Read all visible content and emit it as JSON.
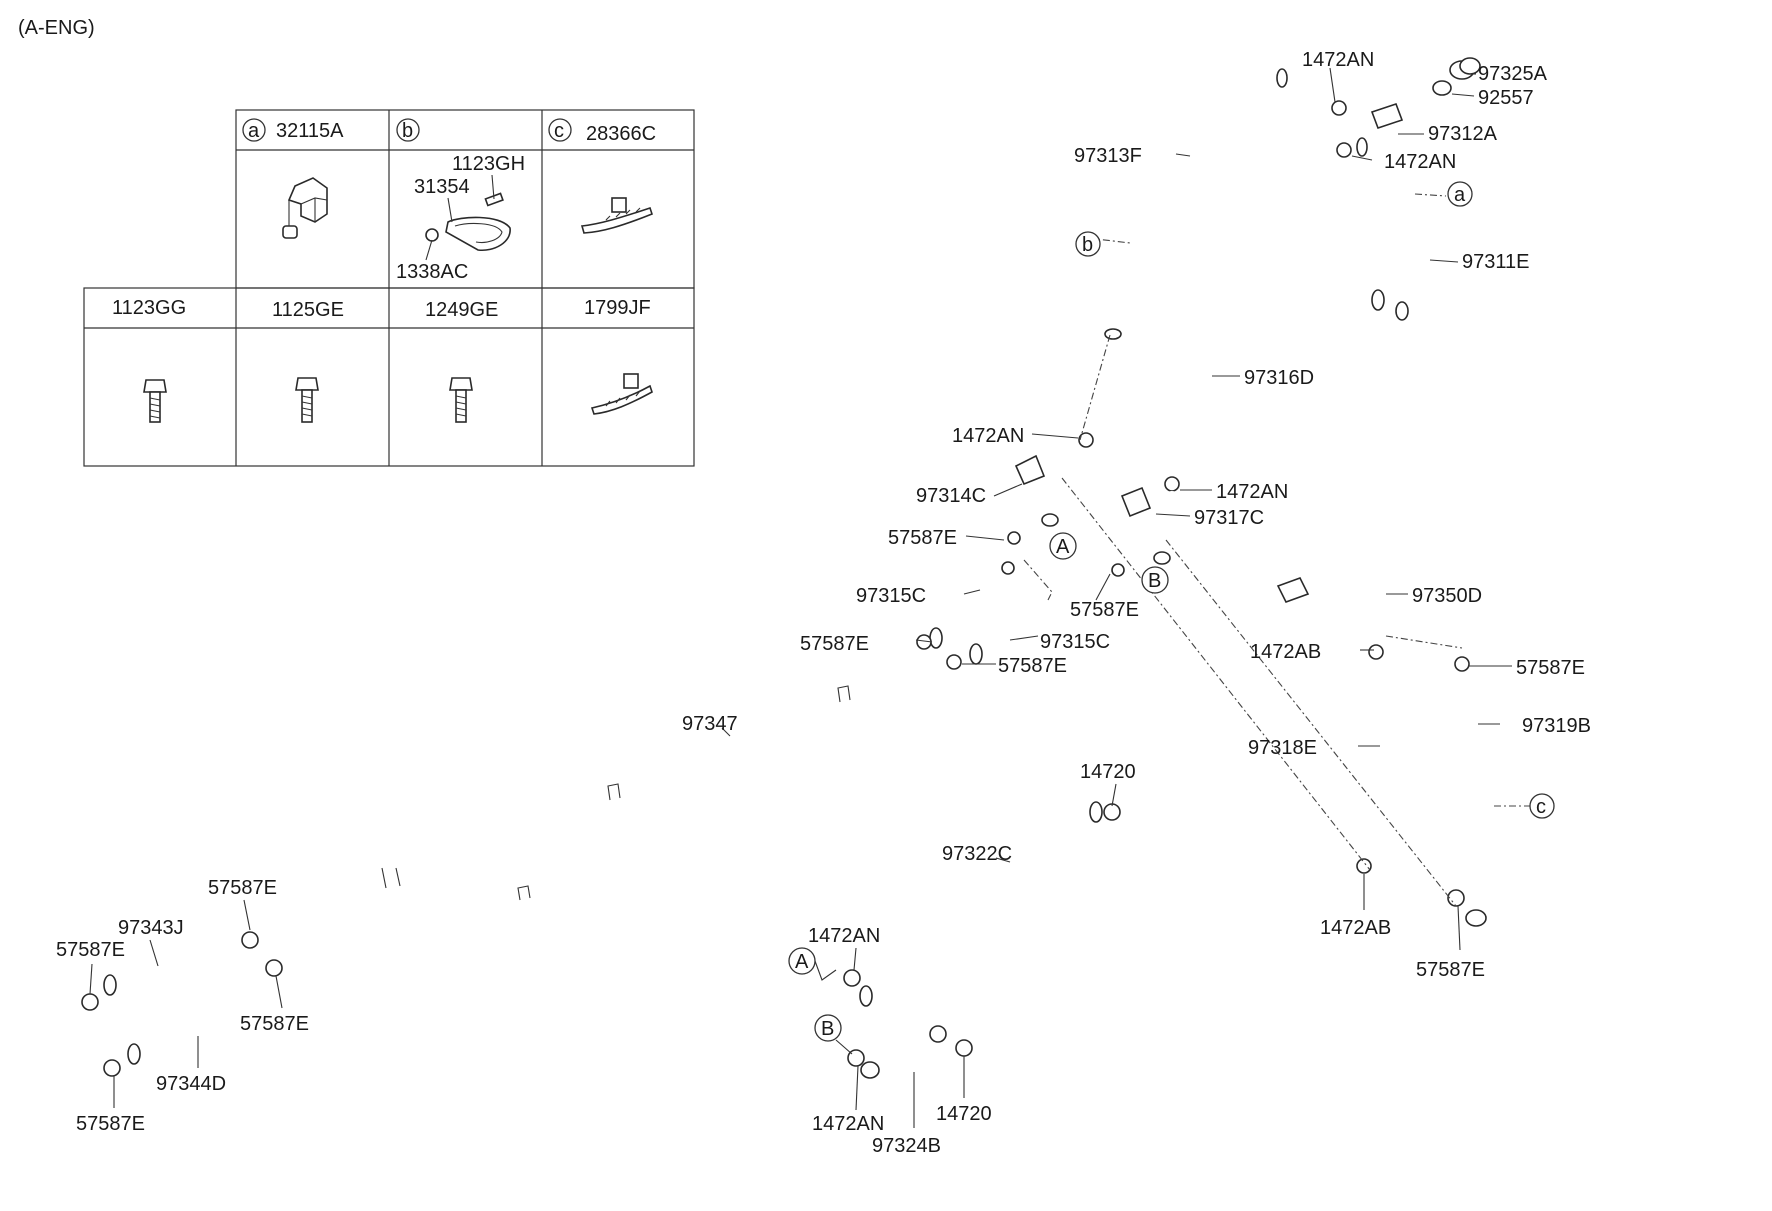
{
  "engine_label": "(A-ENG)",
  "table": {
    "row1": [
      {
        "badge": "a",
        "code": "32115A"
      },
      {
        "badge": "b",
        "code": ""
      },
      {
        "badge": "c",
        "code": "28366C"
      }
    ],
    "row1_inner": {
      "bolt": "1123GH",
      "clip": "31354",
      "nut": "1338AC"
    },
    "row2": [
      "1123GG",
      "1125GE",
      "1249GE",
      "1799JF"
    ]
  },
  "callouts": {
    "l_1472AN_top": "1472AN",
    "l_97325A": "97325A",
    "l_92557": "92557",
    "l_97312A": "97312A",
    "l_1472AN_2": "1472AN",
    "l_97313F": "97313F",
    "l_97311E": "97311E",
    "l_97316D": "97316D",
    "l_1472AN_3": "1472AN",
    "l_97314C": "97314C",
    "l_1472AN_4": "1472AN",
    "l_97317C": "97317C",
    "l_57587E_1": "57587E",
    "l_97315C_1": "97315C",
    "l_57587E_2": "57587E",
    "l_97350D": "97350D",
    "l_57587E_3": "57587E",
    "l_97315C_2": "97315C",
    "l_57587E_4": "57587E",
    "l_1472AB_1": "1472AB",
    "l_57587E_5": "57587E",
    "l_97347": "97347",
    "l_97319B": "97319B",
    "l_97318E": "97318E",
    "l_14720_1": "14720",
    "l_97322C": "97322C",
    "l_57587E_6": "57587E",
    "l_97343J": "97343J",
    "l_57587E_7": "57587E",
    "l_1472AN_5": "1472AN",
    "l_1472AB_2": "1472AB",
    "l_57587E_8": "57587E",
    "l_57587E_9": "57587E",
    "l_97344D": "97344D",
    "l_1472AN_6": "1472AN",
    "l_14720_2": "14720",
    "l_97324B": "97324B",
    "l_57587E_10": "57587E"
  },
  "markers": {
    "a": "a",
    "b": "b",
    "c": "c",
    "A1": "A",
    "B1": "B",
    "A2": "A",
    "B2": "B"
  }
}
